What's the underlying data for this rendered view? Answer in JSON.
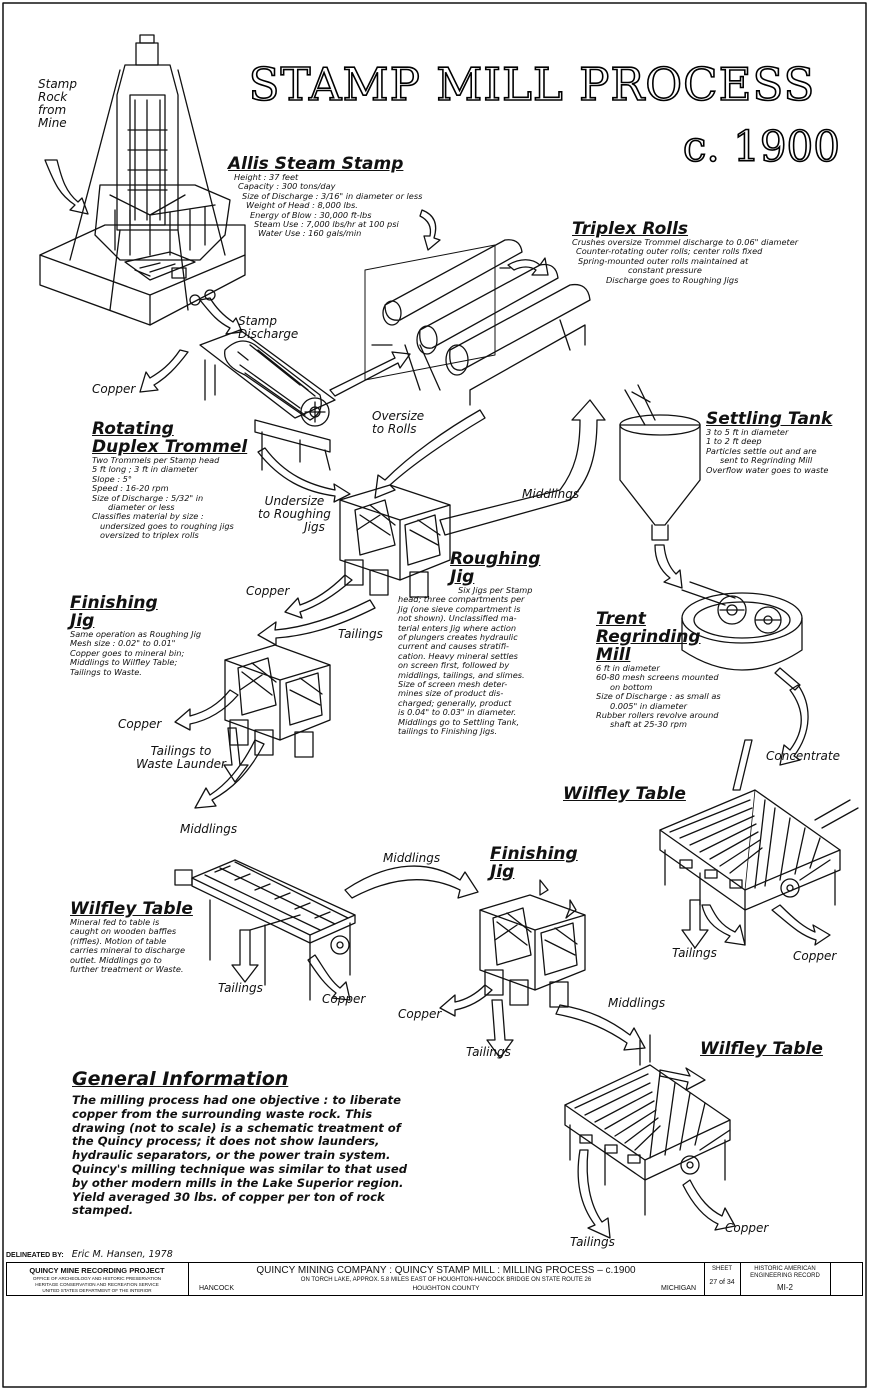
{
  "title": "STAMP MILL PROCESS",
  "date": "c. 1900",
  "labels": {
    "stamp_rock": [
      "Stamp",
      "Rock",
      "from",
      "Mine"
    ],
    "stamp_discharge": [
      "Stamp",
      "Discharge"
    ],
    "copper": "Copper",
    "oversize": [
      "Oversize",
      "to Rolls"
    ],
    "undersize": [
      "Undersize",
      "to Roughing",
      "Jigs"
    ],
    "middlings": "Middlings",
    "tailings": "Tailings",
    "tailings_waste": [
      "Tailings to",
      "Waste Launder"
    ],
    "concentrate": "Concentrate"
  },
  "stamp": {
    "heading": "Allis Steam Stamp",
    "specs": [
      "Height : 37 feet",
      "Capacity : 300 tons/day",
      "Size of Discharge : 3/16\" in diameter or less",
      "Weight of Head : 8,000 lbs.",
      "Energy of Blow : 30,000 ft-lbs",
      "Steam Use : 7,000 lbs/hr at 100 psi",
      "Water Use : 160 gals/min"
    ]
  },
  "rolls": {
    "heading": "Triplex Rolls",
    "specs": [
      "Crushes oversize Trommel discharge to 0.06\" diameter",
      "Counter-rotating outer rolls; center rolls fixed",
      "Spring-mounted outer rolls maintained at",
      "constant pressure",
      "Discharge goes to Roughing Jigs"
    ]
  },
  "trommel": {
    "heading": [
      "Rotating",
      "Duplex Trommel"
    ],
    "specs": [
      "Two Trommels per Stamp head",
      "5 ft long ; 3 ft in diameter",
      "Slope : 5°",
      "Speed : 16-20 rpm",
      "Size of Discharge : 5/32\" in",
      "diameter or less",
      "Classifies material by size :",
      "undersized goes to roughing jigs",
      "oversized to triplex rolls"
    ]
  },
  "settling": {
    "heading": "Settling Tank",
    "specs": [
      "3 to 5 ft in diameter",
      "1 to 2 ft deep",
      "Particles settle out and are",
      "sent to Regrinding Mill",
      "Overflow water goes to waste"
    ]
  },
  "roughing": {
    "heading": [
      "Roughing",
      "Jig"
    ],
    "specs": [
      "Six Jigs per Stamp",
      "head; three compartments per",
      "Jig (one sieve compartment is",
      "not shown). Unclassified ma-",
      "terial enters Jig where action",
      "of plungers creates hydraulic",
      "current and causes stratifi-",
      "cation. Heavy mineral settles",
      "on screen first, followed by",
      "middlings, tailings, and slimes.",
      "Size of screen mesh deter-",
      "mines size of product dis-",
      "charged; generally, product",
      "is 0.04\" to 0.03\" in diameter.",
      "Middlings go to Settling Tank,",
      "tailings to Finishing Jigs."
    ]
  },
  "finishing": {
    "heading": [
      "Finishing",
      "Jig"
    ],
    "specs": [
      "Same operation as Roughing Jig",
      "Mesh size : 0.02\" to 0.01\"",
      "Copper goes to mineral bin;",
      "Middlings to Wilfley Table;",
      "Tailings to Waste."
    ]
  },
  "trent": {
    "heading": [
      "Trent",
      "Regrinding",
      "Mill"
    ],
    "specs": [
      "6 ft in diameter",
      "60-80 mesh screens mounted",
      "on bottom",
      "Size of Discharge : as small as",
      "0.005\" in diameter",
      "Rubber rollers revolve around",
      "shaft at 25-30 rpm"
    ]
  },
  "wilfley": {
    "heading": "Wilfley Table",
    "specs": [
      "Mineral fed to table is",
      "caught on wooden baffles",
      "(riffles). Motion of table",
      "carries mineral to discharge",
      "outlet. Middlings go to",
      "further treatment or Waste."
    ]
  },
  "general": {
    "heading": "General Information",
    "body": "The milling process had one objective : to liberate copper from the surrounding waste rock. This drawing (not to scale) is a schematic treatment of the Quincy process; it does not show launders, hydraulic separators, or the power train system. Quincy's milling technique was similar to that used by other modern mills in the Lake Superior region. Yield averaged 30 lbs. of copper per ton of rock stamped."
  },
  "titleblock": {
    "delineated_label": "DELINEATED BY:",
    "delineated_name": "Eric M. Hansen, 1978",
    "project": "QUINCY MINE RECORDING PROJECT",
    "office1": "OFFICE OF ARCHEOLOGY AND HISTORIC PRESERVATION",
    "office2": "HERITAGE CONSERVATION AND RECREATION SERVICE",
    "office3": "UNITED STATES DEPARTMENT OF THE INTERIOR",
    "main": "QUINCY MINING COMPANY : QUINCY STAMP MILL : MILLING PROCESS – c.1900",
    "sub": "ON TORCH LAKE, APPROX. 5.8 MILES EAST OF HOUGHTON-HANCOCK BRIDGE ON STATE ROUTE 26",
    "city": "HANCOCK",
    "county": "HOUGHTON COUNTY",
    "state": "MICHIGAN",
    "sheet_label": "SHEET",
    "sheet_value": "27 of 34",
    "haer1": "HISTORIC AMERICAN",
    "haer2": "ENGINEERING RECORD",
    "haer_no": "MI-2"
  }
}
